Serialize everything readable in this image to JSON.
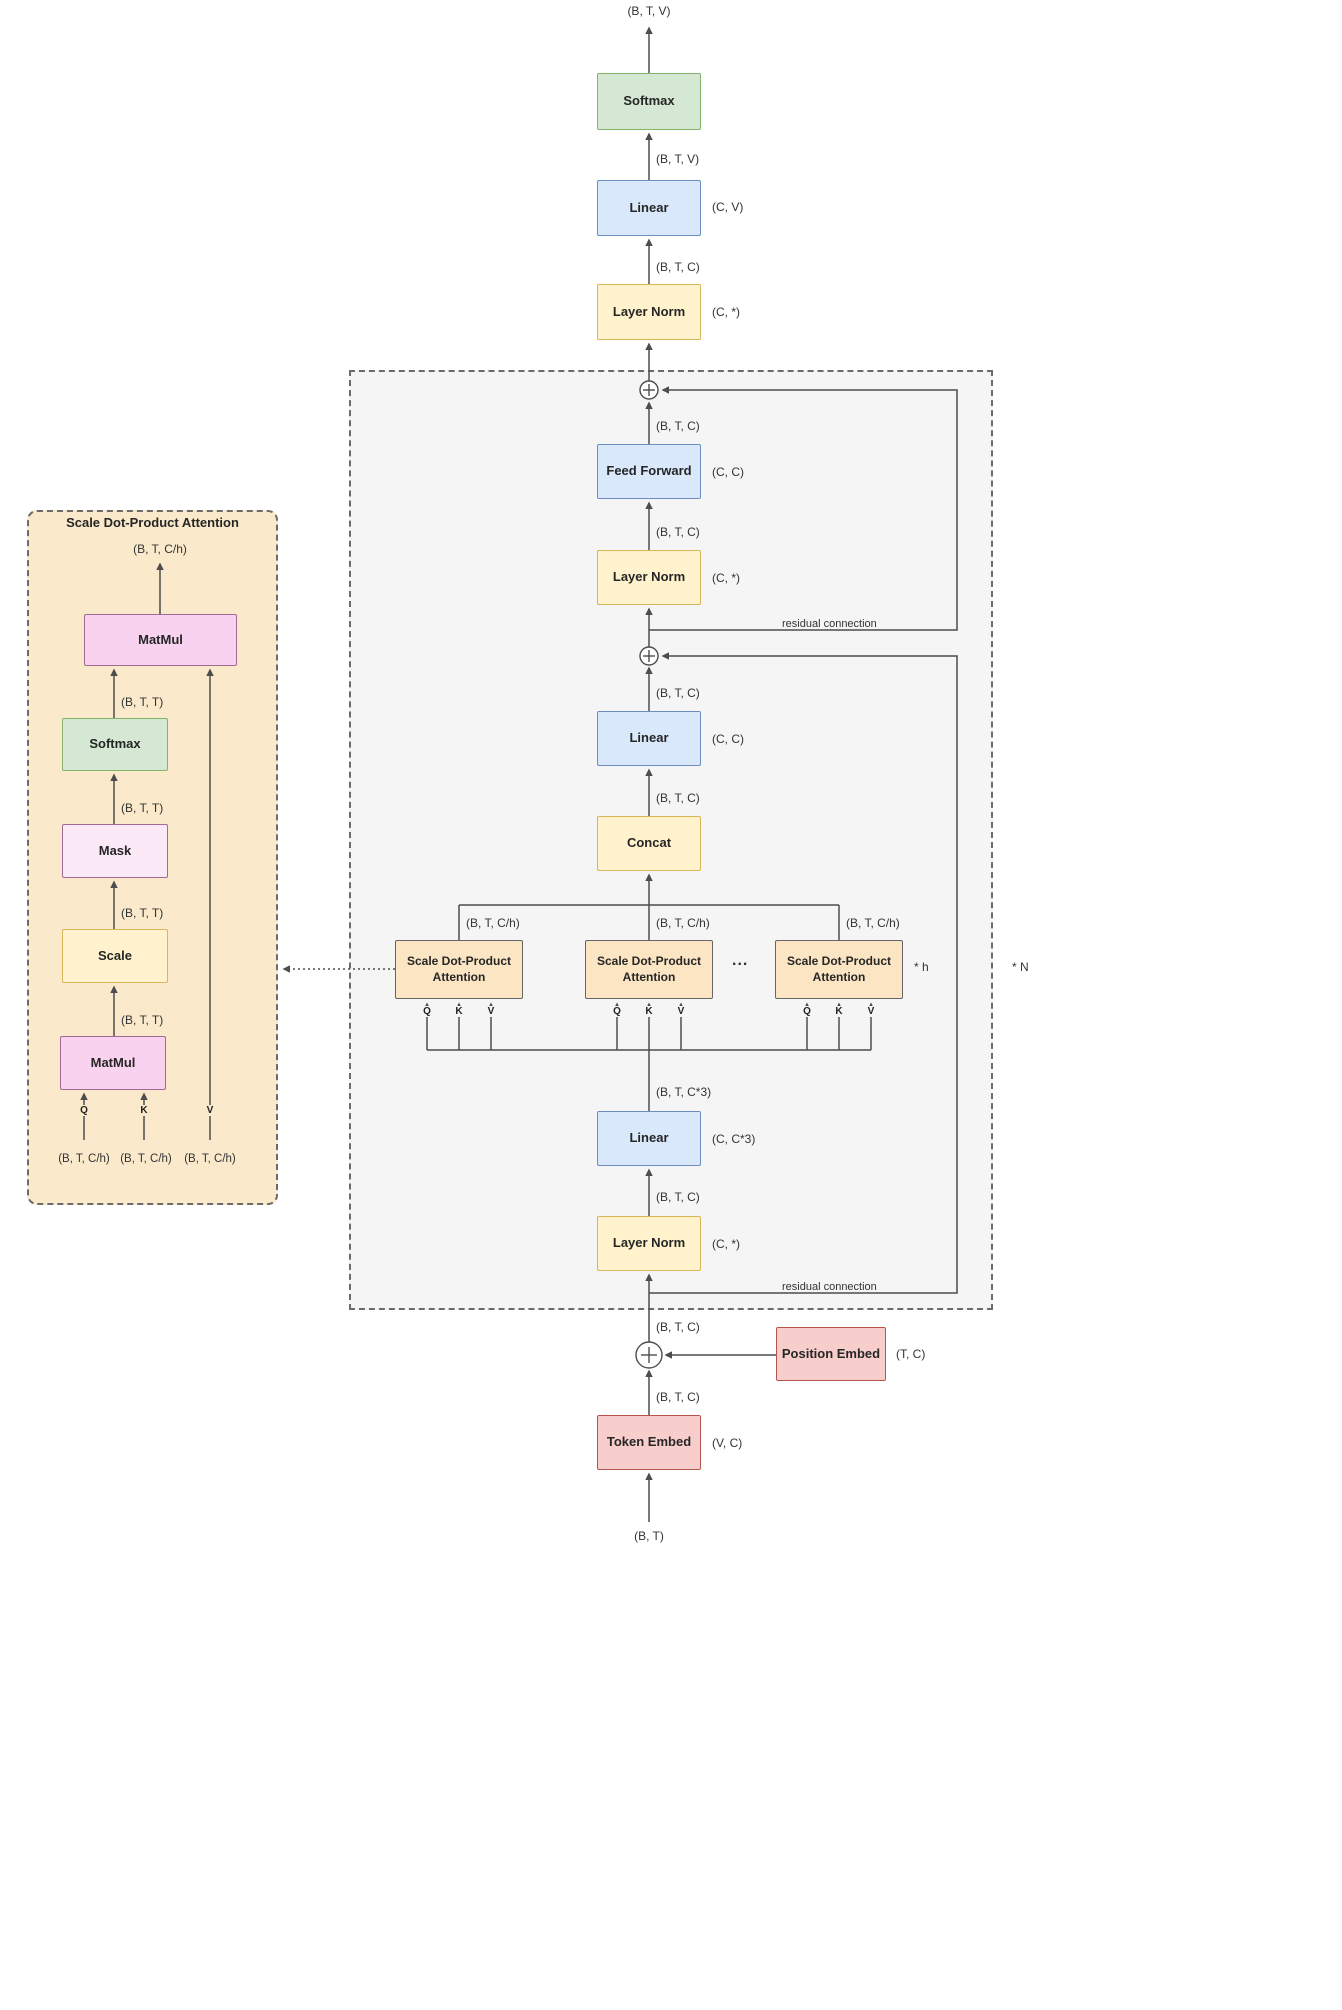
{
  "palette": {
    "green_fill": "#d5e8d4",
    "green_border": "#82b366",
    "blue_fill": "#dae8fc",
    "blue_border": "#6c8ebf",
    "yellow_fill": "#fff2cc",
    "yellow_border": "#d6b656",
    "red_fill": "#f8cecc",
    "red_border": "#b85450",
    "tan_fill": "#fbe5c2",
    "tan_border": "#666666",
    "pink_fill": "#f8d2ee",
    "pink_border": "#a06a96",
    "pink_light_fill": "#fce9f8",
    "block_fill": "#f5f5f5",
    "block_border": "#6b6b6b",
    "detail_fill": "#faeacb",
    "wire": "#4d4d4d"
  },
  "nodes": {
    "softmax": "Softmax",
    "linear": "Linear",
    "layer_norm": "Layer Norm",
    "feed_forward": "Feed Forward",
    "concat": "Concat",
    "attention_head": "Scale Dot-Product Attention",
    "token_embed": "Token Embed",
    "position_embed": "Position Embed",
    "matmul": "MatMul",
    "mask": "Mask",
    "scale": "Scale"
  },
  "shapes": {
    "bt": "(B, T)",
    "btc": "(B, T, C)",
    "btv": "(B, T, V)",
    "btc3": "(B, T, C*3)",
    "btch": "(B, T, C/h)",
    "btt": "(B, T, T)"
  },
  "params": {
    "cv": "(C, V)",
    "c_star": "(C, *)",
    "cc": "(C, C)",
    "cc3": "(C, C*3)",
    "tc": "(T, C)",
    "vc": "(V, C)"
  },
  "annotations": {
    "residual": "residual connection",
    "per_head": "* h",
    "per_layer": "* N",
    "ellipsis": "...",
    "q": "Q",
    "k": "K",
    "v": "V"
  },
  "detail": {
    "title": "Scale Dot-Product Attention"
  }
}
